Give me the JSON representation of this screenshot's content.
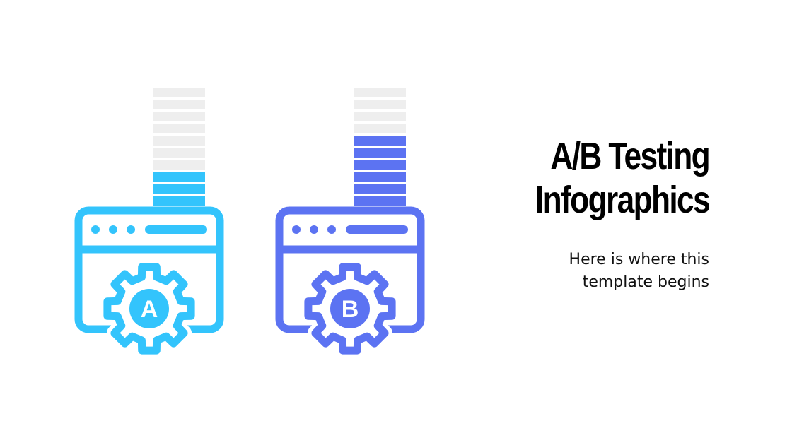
{
  "slide": {
    "title_line1": "A/B Testing",
    "title_line2": "Infographics",
    "subtitle_line1": "Here is where this",
    "subtitle_line2": "template begins"
  },
  "variants": [
    {
      "label": "A",
      "color": "#33c4fc",
      "segments_total": 10,
      "segments_filled": 3
    },
    {
      "label": "B",
      "color": "#5c73f2",
      "segments_total": 10,
      "segments_filled": 6
    }
  ],
  "colors": {
    "empty_segment": "#eeeeee",
    "background": "#ffffff",
    "text": "#000000"
  }
}
